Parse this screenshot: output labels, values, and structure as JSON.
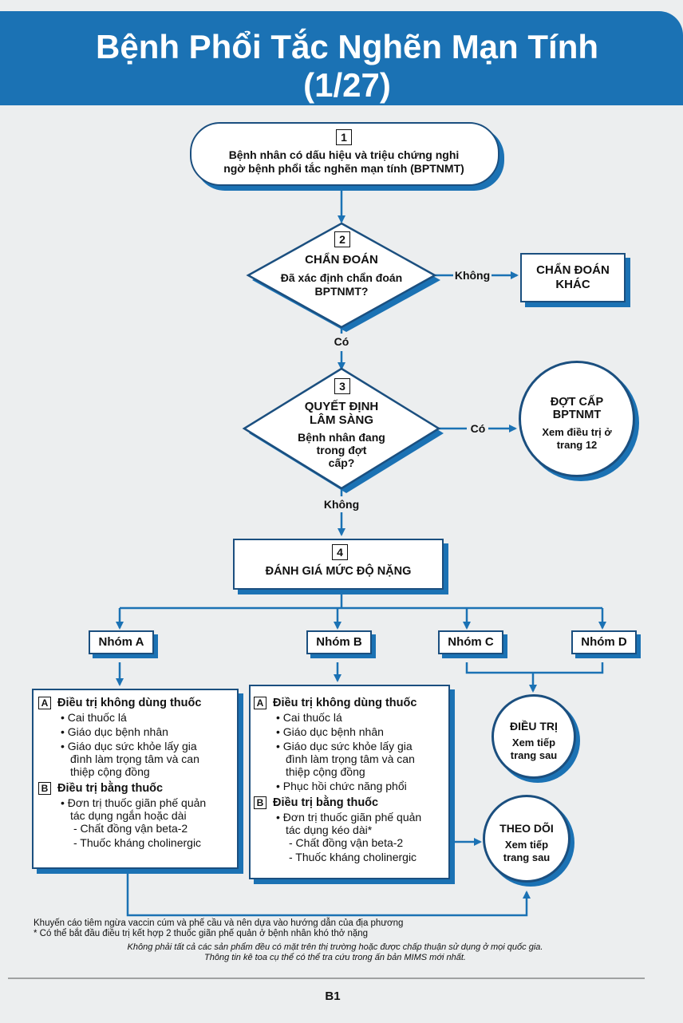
{
  "header": {
    "title": "Bệnh Phổi Tắc Nghẽn Mạn Tính",
    "subtitle": "(1/27)"
  },
  "step1": {
    "num": "1",
    "line1": "Bệnh nhân có dấu hiệu và triệu chứng nghi",
    "line2": "ngờ bệnh phổi tắc nghẽn mạn tính (BPTNMT)"
  },
  "step2": {
    "num": "2",
    "heading": "CHẨN ĐOÁN",
    "line1": "Đã xác định chẩn đoán",
    "line2": "BPTNMT?",
    "no": "Không",
    "yes": "Có"
  },
  "other_dx": {
    "line1": "CHẨN ĐOÁN",
    "line2": "KHÁC"
  },
  "step3": {
    "num": "3",
    "heading1": "QUYẾT ĐỊNH",
    "heading2": "LÂM SÀNG",
    "line1": "Bệnh nhân đang",
    "line2": "trong đợt",
    "line3": "cấp?",
    "yes": "Có",
    "no": "Không"
  },
  "exacerbation": {
    "line1": "ĐỢT CẤP",
    "line2": "BPTNMT",
    "line3": "Xem điều trị ở",
    "line4": "trang 12"
  },
  "step4": {
    "num": "4",
    "heading": "ĐÁNH GIÁ MỨC ĐỘ NẶNG"
  },
  "groups": {
    "a": "Nhóm A",
    "b": "Nhóm B",
    "c": "Nhóm C",
    "d": "Nhóm D"
  },
  "panel_a": {
    "a_label": "A",
    "a_title": "Điều trị không dùng thuốc",
    "a1": "Cai thuốc lá",
    "a2": "Giáo dục bệnh nhân",
    "a3_1": "Giáo dục sức khỏe lấy gia",
    "a3_2": "đình làm trọng tâm và can",
    "a3_3": "thiệp cộng đồng",
    "b_label": "B",
    "b_title": "Điều trị bằng thuốc",
    "b1_1": "Đơn trị thuốc giãn phế quản",
    "b1_2": "tác dụng ngắn hoặc dài",
    "b2": "- Chất đồng vận beta-2",
    "b3": "- Thuốc kháng cholinergic"
  },
  "panel_b": {
    "a_label": "A",
    "a_title": "Điều trị không dùng thuốc",
    "a1": "Cai thuốc lá",
    "a2": "Giáo dục bệnh nhân",
    "a3_1": "Giáo dục sức khỏe lấy gia",
    "a3_2": "đình làm trọng tâm và can",
    "a3_3": "thiệp cộng đồng",
    "a4": "Phục hồi chức năng phổi",
    "b_label": "B",
    "b_title": "Điều trị bằng thuốc",
    "b1_1": "Đơn trị thuốc giãn phế quản",
    "b1_2": "tác dụng kéo dài*",
    "b2": "- Chất đồng vận beta-2",
    "b3": "- Thuốc kháng cholinergic"
  },
  "treat_circle": {
    "line1": "ĐIỀU TRỊ",
    "line2": "Xem tiếp",
    "line3": "trang sau"
  },
  "follow_circle": {
    "line1": "THEO DÕI",
    "line2": "Xem tiếp",
    "line3": "trang sau"
  },
  "footer": {
    "note1": "Khuyến cáo tiêm ngừa vaccin cúm và phế cầu và nên dựa vào hướng dẫn của địa phương",
    "note2": "* Có thể bắt đầu điều trị kết hợp 2 thuốc giãn phế quản ở bệnh nhân khó thở nặng",
    "disc1": "Không phải tất cả các sản phẩm đều có mặt trên thị trường hoặc được chấp thuận sử dụng ở mọi quốc gia.",
    "disc2": "Thông tin kê toa cụ thể có thể tra cứu trong ấn bản MIMS mới nhất.",
    "page": "B1"
  }
}
